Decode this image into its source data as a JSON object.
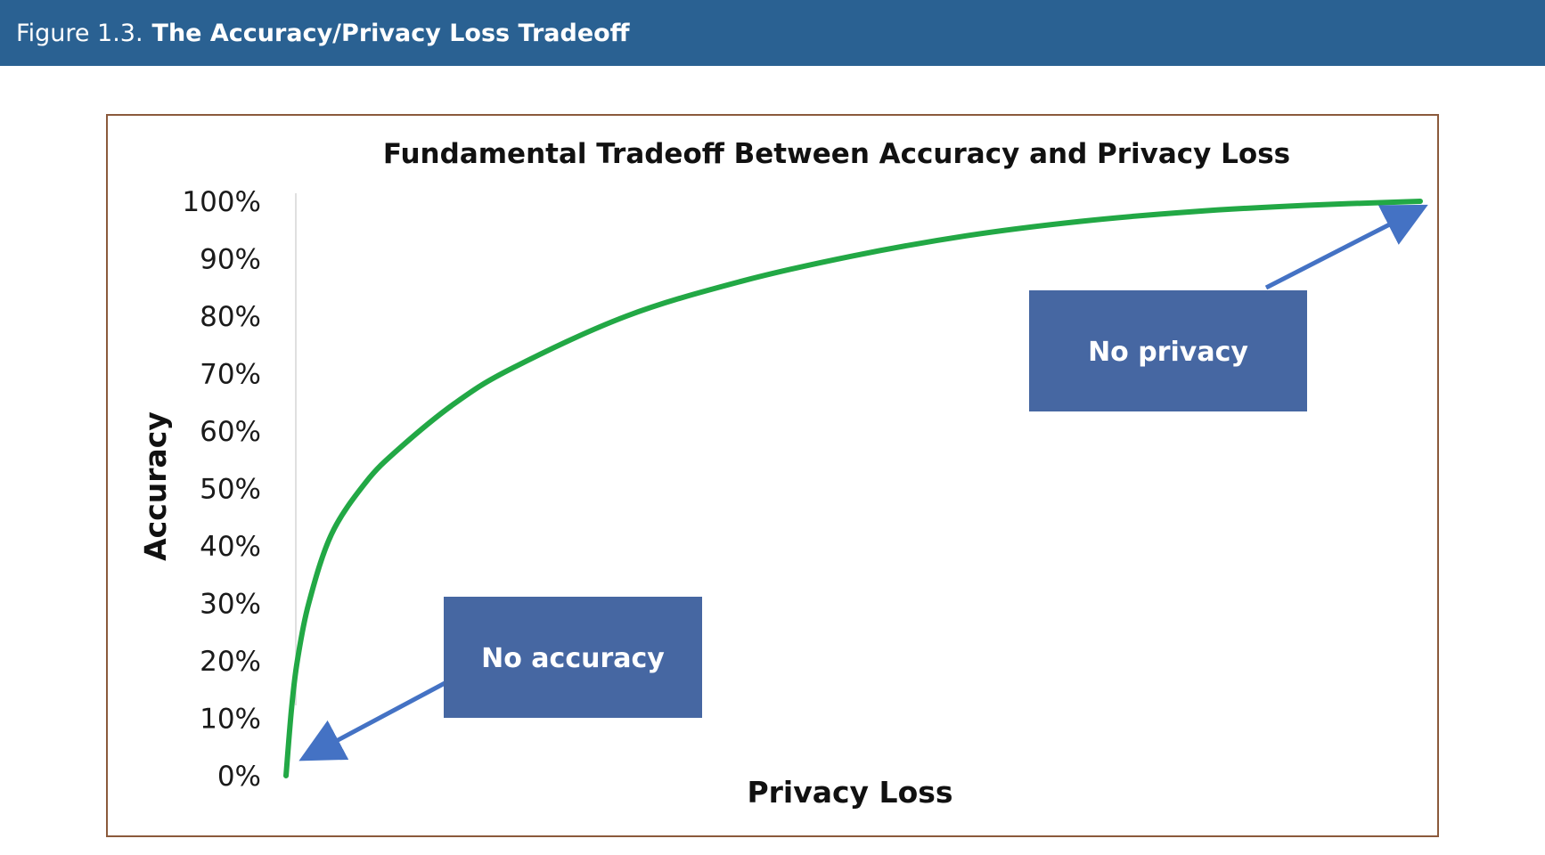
{
  "header": {
    "figure_number": "Figure 1.3.",
    "figure_title": "The Accuracy/Privacy Loss Tradeoff",
    "background_color": "#2a6192"
  },
  "chart_data": {
    "type": "line",
    "title": "Fundamental Tradeoff Between Accuracy and Privacy Loss",
    "xlabel": "Privacy Loss",
    "ylabel": "Accuracy",
    "ylim": [
      0,
      100
    ],
    "y_ticks": [
      "0%",
      "10%",
      "20%",
      "30%",
      "40%",
      "50%",
      "60%",
      "70%",
      "80%",
      "90%",
      "100%"
    ],
    "x_ticks": [],
    "grid": false,
    "legend": "none",
    "series": [
      {
        "color": "#22a845",
        "x": [
          0,
          0.5,
          1,
          2,
          4,
          7,
          10,
          15,
          20,
          30,
          40,
          50,
          60,
          70,
          80,
          90,
          100
        ],
        "y": [
          0,
          12,
          20,
          30,
          42,
          51,
          57,
          65,
          71,
          80,
          86,
          90.5,
          94,
          96.5,
          98.2,
          99.3,
          100
        ]
      }
    ],
    "annotations": [
      {
        "text": "No privacy",
        "arrow_color": "#4472c4",
        "points_to": "top-right end of curve"
      },
      {
        "text": "No accuracy",
        "arrow_color": "#4472c4",
        "points_to": "bottom-left origin of curve"
      }
    ],
    "callout_color": "#4667a2"
  }
}
